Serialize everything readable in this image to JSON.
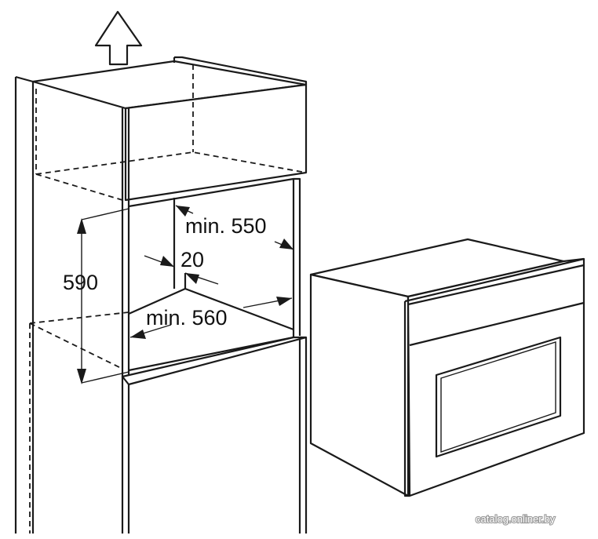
{
  "dimensions": {
    "height": "590",
    "depth": "min. 550",
    "gap": "20",
    "width": "min. 560"
  },
  "watermark": "catalog.onliner.by",
  "icons": {
    "direction": "up-arrow-icon"
  },
  "colors": {
    "line": "#1a1a1a",
    "background": "#ffffff"
  }
}
